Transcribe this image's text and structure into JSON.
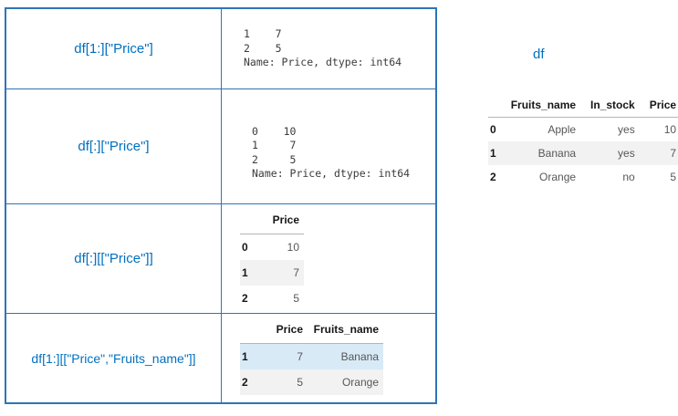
{
  "colors": {
    "expression_blue": "#0070C0",
    "grid_border_blue": "#2E75B6",
    "row_stripe_gray": "#f2f2f2",
    "row_highlight_blue": "#d9eaf7"
  },
  "left_table": {
    "rows": [
      {
        "expression": "df[1:][\"Price\"]",
        "output_text": "1    7\n2    5\nName: Price, dtype: int64"
      },
      {
        "expression": "df[:][\"Price\"]",
        "output_text": "0    10\n1     7\n2     5\nName: Price, dtype: int64"
      },
      {
        "expression": "df[:][[\"Price\"]]",
        "output_table": {
          "columns": [
            "Price"
          ],
          "rows": [
            {
              "index": "0",
              "cells": [
                "10"
              ]
            },
            {
              "index": "1",
              "cells": [
                "7"
              ]
            },
            {
              "index": "2",
              "cells": [
                "5"
              ]
            }
          ]
        }
      },
      {
        "expression": "df[1:][[\"Price\",\"Fruits_name\"]]",
        "output_table": {
          "columns": [
            "Price",
            "Fruits_name"
          ],
          "rows": [
            {
              "index": "1",
              "cells": [
                "7",
                "Banana"
              ]
            },
            {
              "index": "2",
              "cells": [
                "5",
                "Orange"
              ]
            }
          ]
        }
      }
    ]
  },
  "df_panel": {
    "label": "df",
    "table": {
      "columns": [
        "Fruits_name",
        "In_stock",
        "Price"
      ],
      "rows": [
        {
          "index": "0",
          "cells": [
            "Apple",
            "yes",
            "10"
          ]
        },
        {
          "index": "1",
          "cells": [
            "Banana",
            "yes",
            "7"
          ]
        },
        {
          "index": "2",
          "cells": [
            "Orange",
            "no",
            "5"
          ]
        }
      ]
    }
  }
}
